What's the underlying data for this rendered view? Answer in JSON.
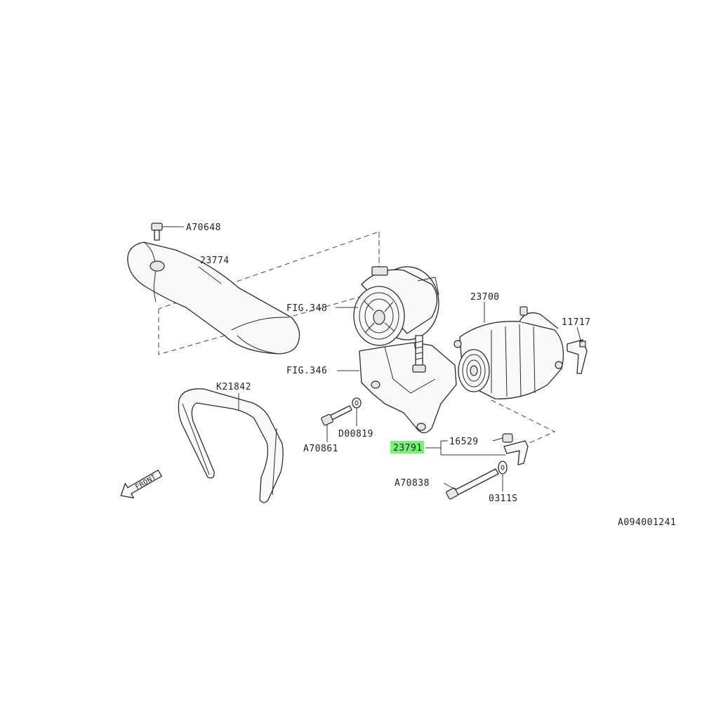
{
  "diagram": {
    "highlight_color": "#5ef05e",
    "callouts": {
      "bolt_top": "A70648",
      "cover": "23774",
      "pump_fig": "FIG.348",
      "alternator": "23700",
      "terminal": "11717",
      "bracket_fig": "FIG.346",
      "belt": "K21842",
      "washer": "D00819",
      "bolt_left": "A70861",
      "stay_group": "23791",
      "bushing": "16529",
      "bolt_long": "A70838",
      "washer_small": "0311S"
    },
    "front_arrow": "FRONT",
    "diagram_code": "A094001241"
  }
}
